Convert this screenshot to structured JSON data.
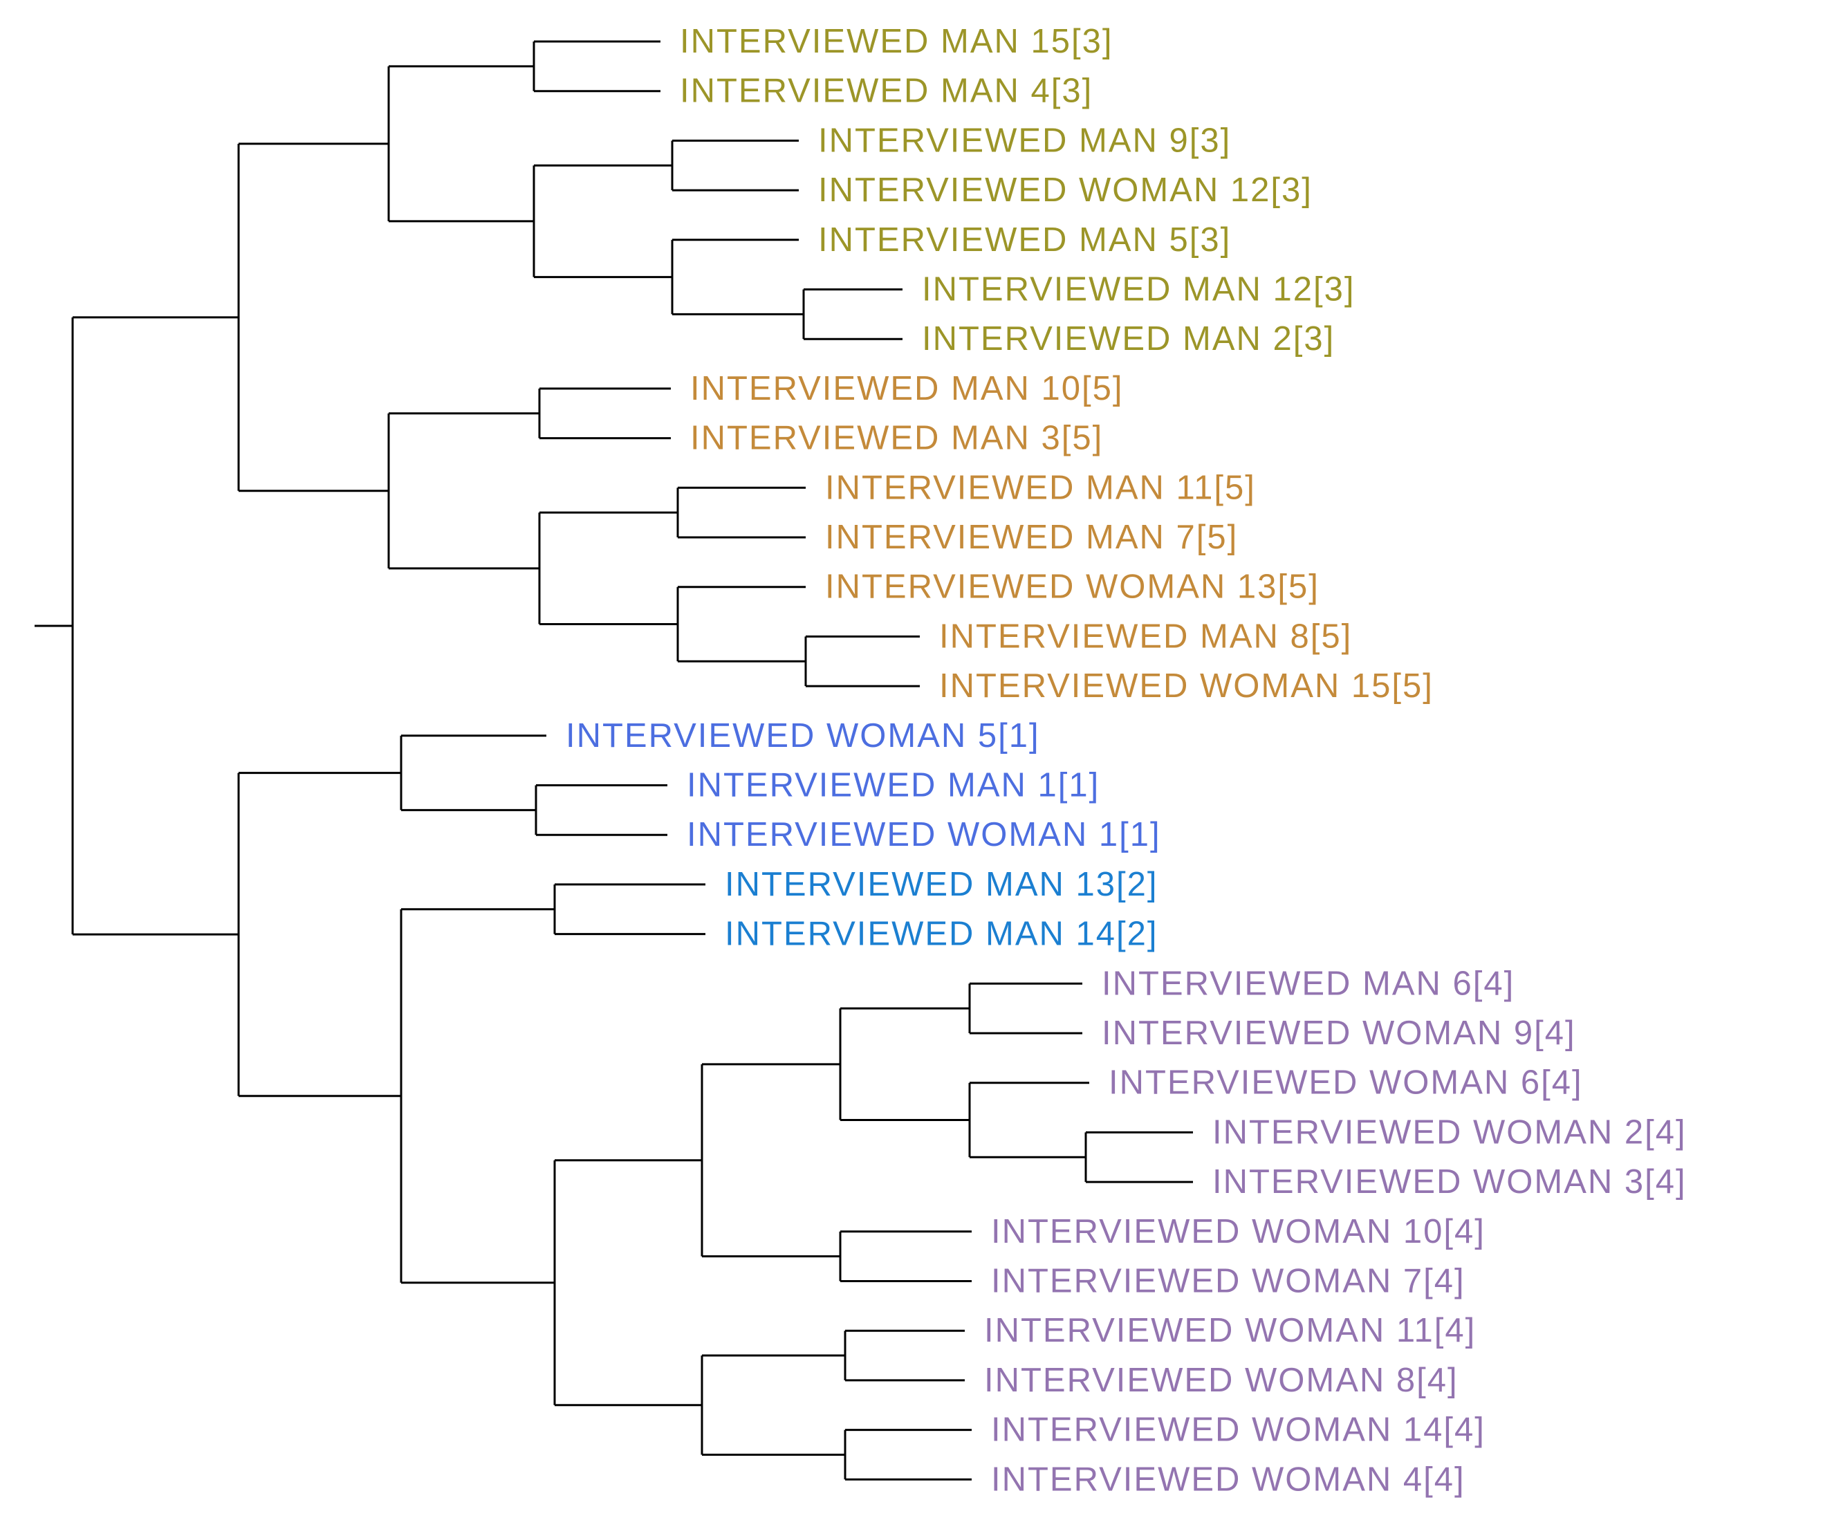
{
  "colors": {
    "branch": "#000000",
    "cluster_3": "#9c9528",
    "cluster_5": "#c48a3a",
    "cluster_1": "#4c6ee0",
    "cluster_2": "#1b7fd1",
    "cluster_4": "#9374b0"
  },
  "leaves": [
    {
      "id": "l0",
      "label": "INTERVIEWED MAN 15[3]",
      "cluster": "cluster_3"
    },
    {
      "id": "l1",
      "label": "INTERVIEWED MAN 4[3]",
      "cluster": "cluster_3"
    },
    {
      "id": "l2",
      "label": "INTERVIEWED MAN 9[3]",
      "cluster": "cluster_3"
    },
    {
      "id": "l3",
      "label": "INTERVIEWED WOMAN 12[3]",
      "cluster": "cluster_3"
    },
    {
      "id": "l4",
      "label": "INTERVIEWED MAN 5[3]",
      "cluster": "cluster_3"
    },
    {
      "id": "l5",
      "label": "INTERVIEWED MAN 12[3]",
      "cluster": "cluster_3"
    },
    {
      "id": "l6",
      "label": "INTERVIEWED MAN 2[3]",
      "cluster": "cluster_3"
    },
    {
      "id": "l7",
      "label": "INTERVIEWED MAN 10[5]",
      "cluster": "cluster_5"
    },
    {
      "id": "l8",
      "label": "INTERVIEWED MAN 3[5]",
      "cluster": "cluster_5"
    },
    {
      "id": "l9",
      "label": "INTERVIEWED MAN 11[5]",
      "cluster": "cluster_5"
    },
    {
      "id": "l10",
      "label": "INTERVIEWED MAN 7[5]",
      "cluster": "cluster_5"
    },
    {
      "id": "l11",
      "label": "INTERVIEWED WOMAN 13[5]",
      "cluster": "cluster_5"
    },
    {
      "id": "l12",
      "label": "INTERVIEWED MAN 8[5]",
      "cluster": "cluster_5"
    },
    {
      "id": "l13",
      "label": "INTERVIEWED WOMAN 15[5]",
      "cluster": "cluster_5"
    },
    {
      "id": "l14",
      "label": "INTERVIEWED WOMAN 5[1]",
      "cluster": "cluster_1"
    },
    {
      "id": "l15",
      "label": "INTERVIEWED MAN 1[1]",
      "cluster": "cluster_1"
    },
    {
      "id": "l16",
      "label": "INTERVIEWED WOMAN  1[1]",
      "cluster": "cluster_1"
    },
    {
      "id": "l17",
      "label": "INTERVIEWED MAN 13[2]",
      "cluster": "cluster_2"
    },
    {
      "id": "l18",
      "label": "INTERVIEWED MAN 14[2]",
      "cluster": "cluster_2"
    },
    {
      "id": "l19",
      "label": "INTERVIEWED MAN 6[4]",
      "cluster": "cluster_4"
    },
    {
      "id": "l20",
      "label": "INTERVIEWED WOMAN 9[4]",
      "cluster": "cluster_4"
    },
    {
      "id": "l21",
      "label": "INTERVIEWED WOMAN 6[4]",
      "cluster": "cluster_4"
    },
    {
      "id": "l22",
      "label": "INTERVIEWED WOMAN 2[4]",
      "cluster": "cluster_4"
    },
    {
      "id": "l23",
      "label": "INTERVIEWED WOMAN 3[4]",
      "cluster": "cluster_4"
    },
    {
      "id": "l24",
      "label": "INTERVIEWED WOMAN 10[4]",
      "cluster": "cluster_4"
    },
    {
      "id": "l25",
      "label": "INTERVIEWED WOMAN 7[4]",
      "cluster": "cluster_4"
    },
    {
      "id": "l26",
      "label": "INTERVIEWED WOMAN 11[4]",
      "cluster": "cluster_4"
    },
    {
      "id": "l27",
      "label": "INTERVIEWED WOMAN 8[4]",
      "cluster": "cluster_4"
    },
    {
      "id": "l28",
      "label": "INTERVIEWED WOMAN 14[4]",
      "cluster": "cluster_4"
    },
    {
      "id": "l29",
      "label": "INTERVIEWED WOMAN 4[4]",
      "cluster": "cluster_4"
    }
  ],
  "tree": {
    "children": [
      {
        "children": [
          {
            "children": [
              {
                "children": [
                  "l0",
                  "l1"
                ]
              },
              {
                "children": [
                  {
                    "children": [
                      "l2",
                      "l3"
                    ]
                  },
                  {
                    "children": [
                      "l4",
                      {
                        "children": [
                          "l5",
                          "l6"
                        ]
                      }
                    ]
                  }
                ]
              }
            ]
          },
          {
            "children": [
              {
                "children": [
                  "l7",
                  "l8"
                ]
              },
              {
                "children": [
                  {
                    "children": [
                      "l9",
                      "l10"
                    ]
                  },
                  {
                    "children": [
                      "l11",
                      {
                        "children": [
                          "l12",
                          "l13"
                        ]
                      }
                    ]
                  }
                ]
              }
            ]
          }
        ]
      },
      {
        "children": [
          {
            "children": [
              "l14",
              {
                "children": [
                  "l15",
                  "l16"
                ]
              }
            ]
          },
          {
            "children": [
              {
                "children": [
                  "l17",
                  "l18"
                ]
              },
              {
                "children": [
                  {
                    "children": [
                      {
                        "children": [
                          {
                            "children": [
                              "l19",
                              "l20"
                            ]
                          },
                          {
                            "children": [
                              "l21",
                              {
                                "children": [
                                  "l22",
                                  "l23"
                                ]
                              }
                            ]
                          }
                        ]
                      },
                      {
                        "children": [
                          "l24",
                          "l25"
                        ]
                      }
                    ]
                  },
                  {
                    "children": [
                      {
                        "children": [
                          "l26",
                          "l27"
                        ]
                      },
                      {
                        "children": [
                          "l28",
                          "l29"
                        ]
                      }
                    ]
                  }
                ]
              }
            ]
          }
        ]
      }
    ]
  }
}
